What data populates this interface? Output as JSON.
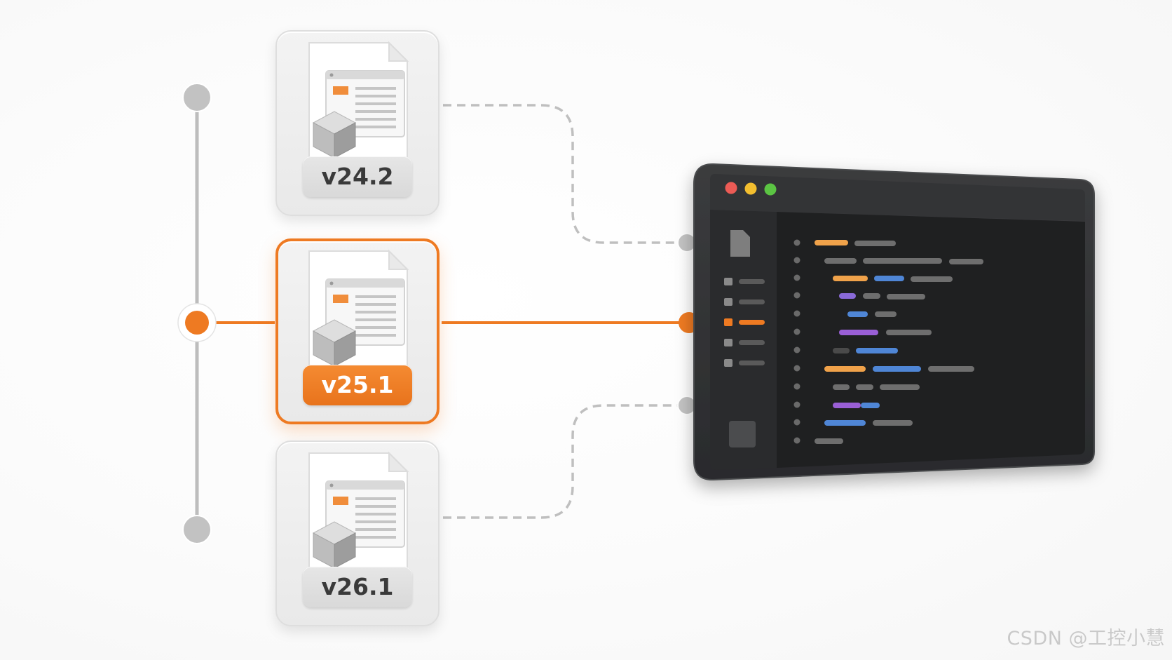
{
  "versions": [
    {
      "label": "v24.2",
      "active": false
    },
    {
      "label": "v25.1",
      "active": true
    },
    {
      "label": "v26.1",
      "active": false
    }
  ],
  "watermark": "CSDN @工控小慧",
  "colors": {
    "accent": "#ee7a22",
    "inactive_node": "#c2c2c2",
    "timeline": "#bdbdbd",
    "dashed_connector": "#bfbfbf",
    "editor_frame": "#2f3032",
    "editor_body": "#1f2021",
    "traffic_light_red": "#ec5b55",
    "traffic_light_yellow": "#f3be2f",
    "traffic_light_green": "#5bc443",
    "code_orange": "#f0a24a",
    "code_blue": "#4f86d6",
    "code_purple": "#9a5fd6",
    "code_gray": "#6e6e6e"
  },
  "icons": {
    "card": "document-with-window-and-cube-icon",
    "editor_sidebar_top": "file-icon",
    "editor_sidebar_bottom": "square-icon"
  }
}
